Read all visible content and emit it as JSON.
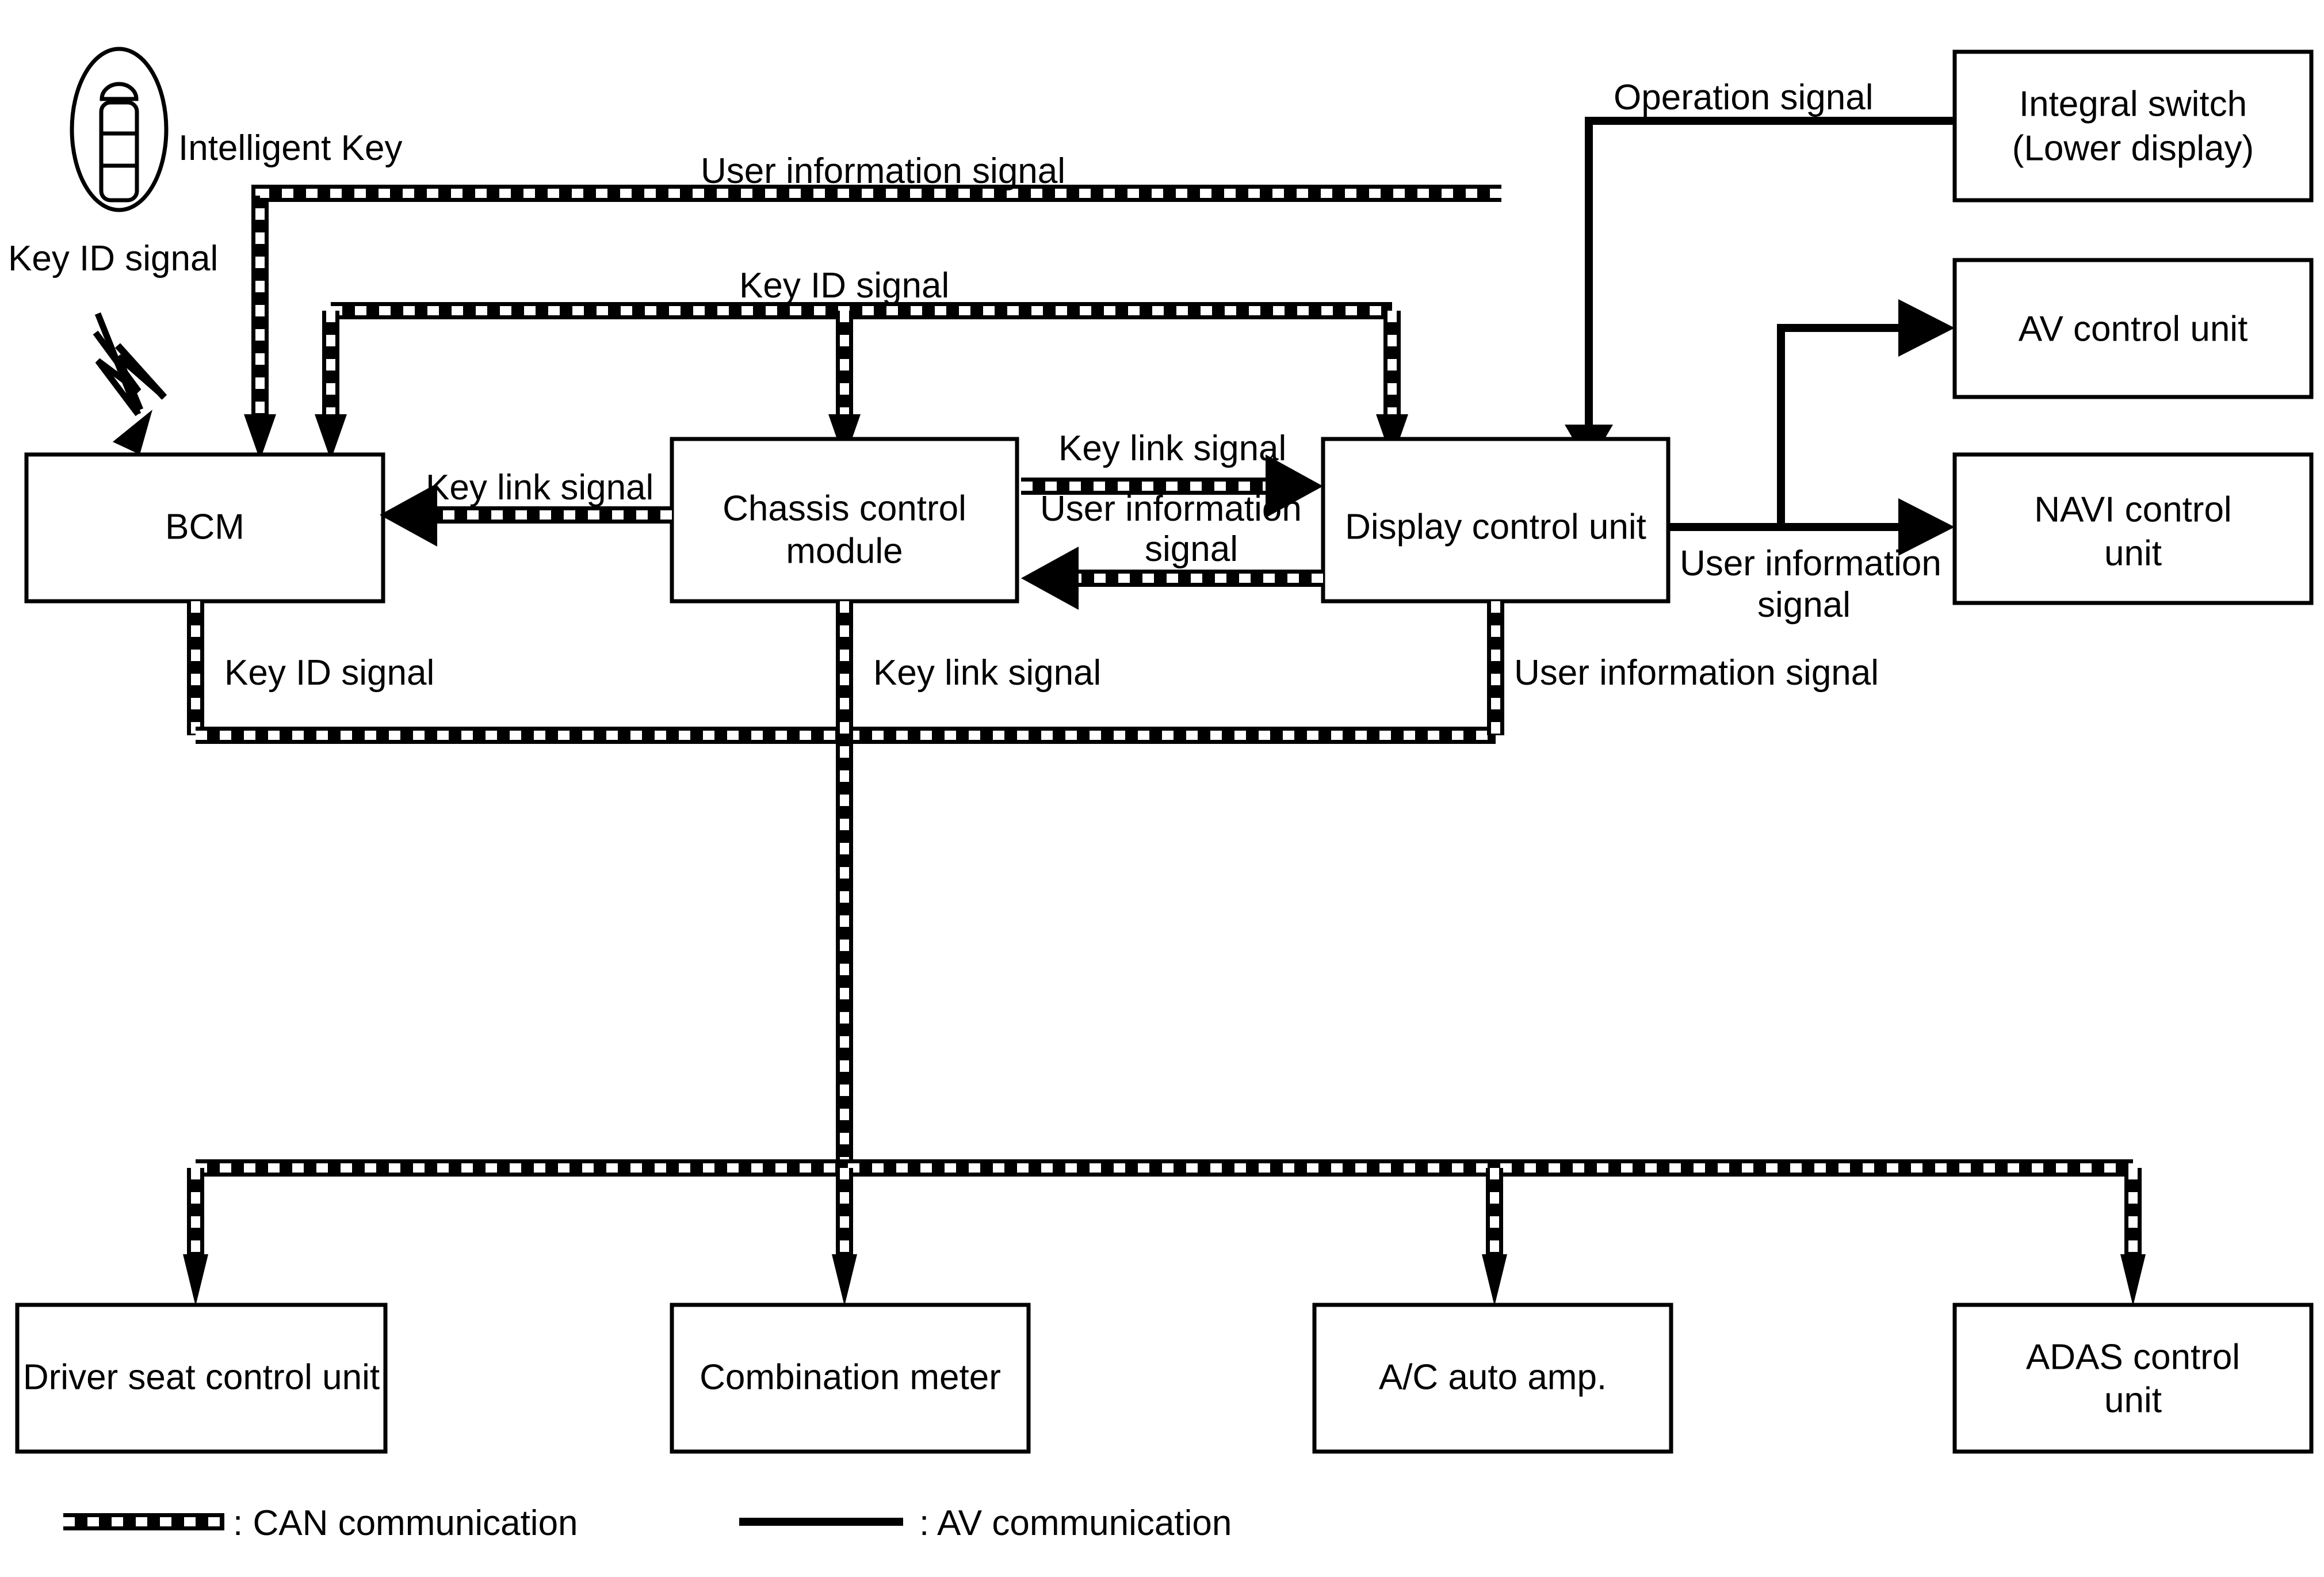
{
  "diagram": {
    "title": "CAN / AV communication system block diagram",
    "key_icon_name": "intelligent-key-fob-icon",
    "nodes": {
      "bcm": "BCM",
      "chassis_control_module": "Chassis control\nmodule",
      "chassis_control_module_line1": "Chassis control",
      "chassis_control_module_line2": "module",
      "display_control_unit": "Display control unit",
      "integral_switch_line1": "Integral switch",
      "integral_switch_line2": "(Lower display)",
      "av_control_unit": "AV control unit",
      "navi_control_unit_line1": "NAVI control",
      "navi_control_unit_line2": "unit",
      "driver_seat_control_unit": "Driver seat control unit",
      "combination_meter": "Combination meter",
      "ac_auto_amp": "A/C auto amp.",
      "adas_control_unit_line1": "ADAS control",
      "adas_control_unit_line2": "unit"
    },
    "labels": {
      "intelligent_key": "Intelligent Key",
      "key_id_signal_from_key": "Key ID signal",
      "user_information_signal_top": "User information signal",
      "key_id_signal_top": "Key ID signal",
      "operation_signal": "Operation signal",
      "key_link_signal_chassis_to_bcm": "Key link signal",
      "key_link_signal_chassis_to_display": "Key link signal",
      "user_information_signal_display_to_chassis_line1": "User information",
      "user_information_signal_display_to_chassis_line2": "signal",
      "user_information_signal_right_line1": "User information",
      "user_information_signal_right_line2": "signal",
      "key_id_signal_bcm_down": "Key ID signal",
      "key_link_signal_chassis_down": "Key link signal",
      "user_information_signal_display_down": "User information signal"
    },
    "legend": {
      "can_label": ": CAN communication",
      "av_label": ": AV communication"
    },
    "colors": {
      "line": "#000000",
      "background": "#ffffff",
      "box_fill": "#ffffff"
    }
  }
}
